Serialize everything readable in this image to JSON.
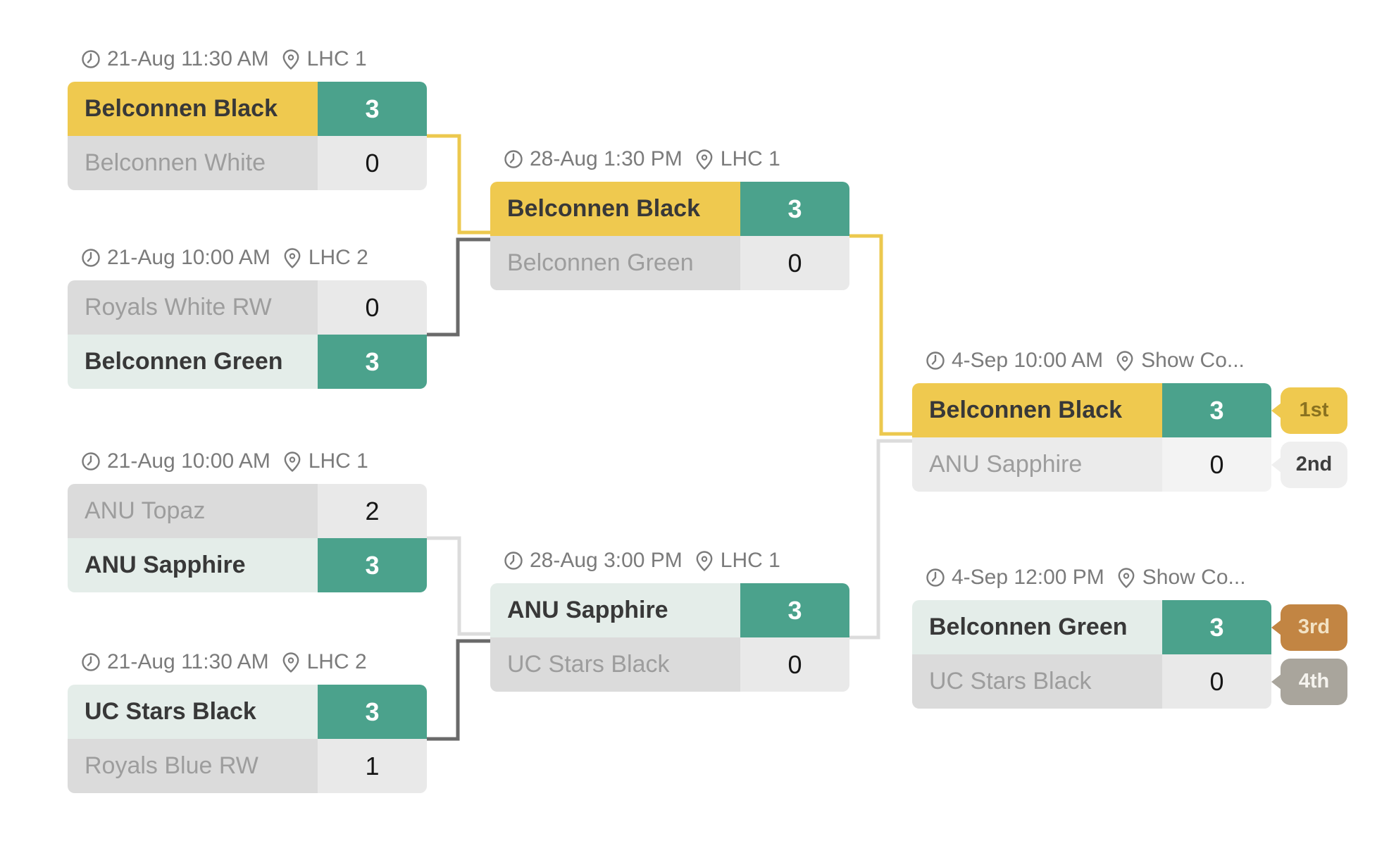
{
  "palette": {
    "gold": "#EFC94F",
    "teal": "#4BA28C",
    "mint": "#E4EDE9",
    "loser_name_bg": "#DBDBDB",
    "loser_score_bg": "#E9E9E9",
    "runnerup_name_bg": "#EBEBEB",
    "runnerup_score_bg": "#F3F3F3",
    "wire_gold": "#ECC84E",
    "wire_dark": "#6A6A6A",
    "wire_light": "#DCDCDC",
    "header_text": "#7B7B7B",
    "winner_text": "#383838",
    "loser_text": "#9D9D9D",
    "score_dark_text": "#161616",
    "score_light_text": "#FFFFFF"
  },
  "matches": [
    {
      "id": "m1",
      "datetime": "21-Aug 11:30 AM",
      "venue": "LHC 1",
      "teams": [
        {
          "name": "Belconnen Black",
          "score": "3",
          "result": "champion"
        },
        {
          "name": "Belconnen White",
          "score": "0",
          "result": "loser"
        }
      ]
    },
    {
      "id": "m2",
      "datetime": "21-Aug 10:00 AM",
      "venue": "LHC 2",
      "teams": [
        {
          "name": "Royals White RW",
          "score": "0",
          "result": "loser"
        },
        {
          "name": "Belconnen Green",
          "score": "3",
          "result": "winner"
        }
      ]
    },
    {
      "id": "m3",
      "datetime": "21-Aug 10:00 AM",
      "venue": "LHC 1",
      "teams": [
        {
          "name": "ANU Topaz",
          "score": "2",
          "result": "loser"
        },
        {
          "name": "ANU Sapphire",
          "score": "3",
          "result": "winner"
        }
      ]
    },
    {
      "id": "m4",
      "datetime": "21-Aug 11:30 AM",
      "venue": "LHC 2",
      "teams": [
        {
          "name": "UC Stars Black",
          "score": "3",
          "result": "winner"
        },
        {
          "name": "Royals Blue RW",
          "score": "1",
          "result": "loser"
        }
      ]
    },
    {
      "id": "sf1",
      "datetime": "28-Aug 1:30 PM",
      "venue": "LHC 1",
      "teams": [
        {
          "name": "Belconnen Black",
          "score": "3",
          "result": "champion"
        },
        {
          "name": "Belconnen Green",
          "score": "0",
          "result": "loser"
        }
      ]
    },
    {
      "id": "sf2",
      "datetime": "28-Aug 3:00 PM",
      "venue": "LHC 1",
      "teams": [
        {
          "name": "ANU Sapphire",
          "score": "3",
          "result": "winner"
        },
        {
          "name": "UC Stars Black",
          "score": "0",
          "result": "loser"
        }
      ]
    },
    {
      "id": "f1",
      "datetime": "4-Sep 10:00 AM",
      "venue": "Show Co...",
      "teams": [
        {
          "name": "Belconnen Black",
          "score": "3",
          "result": "champion",
          "badge": {
            "label": "1st",
            "bg": "#EFC94F",
            "text": "#8A7220"
          }
        },
        {
          "name": "ANU Sapphire",
          "score": "0",
          "result": "runnerup",
          "badge": {
            "label": "2nd",
            "bg": "#EFEFEF",
            "text": "#3E3E3E"
          }
        }
      ]
    },
    {
      "id": "f2",
      "datetime": "4-Sep 12:00 PM",
      "venue": "Show Co...",
      "teams": [
        {
          "name": "Belconnen Green",
          "score": "3",
          "result": "winner",
          "badge": {
            "label": "3rd",
            "bg": "#C28543",
            "text": "#F2E2C4"
          }
        },
        {
          "name": "UC Stars Black",
          "score": "0",
          "result": "loser",
          "badge": {
            "label": "4th",
            "bg": "#A9A59C",
            "text": "#F5F3EE"
          }
        }
      ]
    }
  ],
  "connectors": [
    {
      "from": "m1",
      "to": "sf1",
      "color": "wire_gold"
    },
    {
      "from": "m2",
      "to": "sf1",
      "color": "wire_dark"
    },
    {
      "from": "m3",
      "to": "sf2",
      "color": "wire_light"
    },
    {
      "from": "m4",
      "to": "sf2",
      "color": "wire_dark"
    },
    {
      "from": "sf1",
      "to": "f1",
      "color": "wire_gold"
    },
    {
      "from": "sf2",
      "to": "f1",
      "color": "wire_light"
    }
  ]
}
